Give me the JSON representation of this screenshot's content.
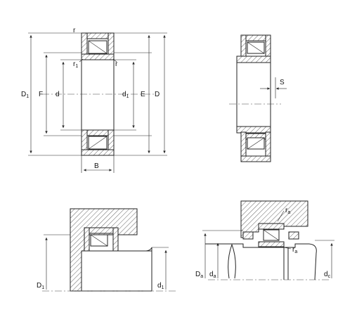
{
  "colors": {
    "line": "#222222",
    "background": "#ffffff"
  },
  "view1": {
    "r_top": "r",
    "r1_main": "r",
    "r1_sub": "1",
    "r_right": "r",
    "D1_main": "D",
    "D1_sub": "1",
    "F": "F",
    "d": "d",
    "d1_main": "d",
    "d1_sub": "1",
    "E": "E",
    "D": "D",
    "B": "B"
  },
  "view2": {
    "S": "S"
  },
  "view3": {
    "D1_main": "D",
    "D1_sub": "1",
    "d1_main": "d",
    "d1_sub": "1"
  },
  "view4": {
    "ra_top_main": "r",
    "ra_top_sub": "a",
    "ra_bot_main": "r",
    "ra_bot_sub": "a",
    "Da_main": "D",
    "Da_sub": "a",
    "da_main": "d",
    "da_sub": "a",
    "dc_main": "d",
    "dc_sub": "c"
  }
}
